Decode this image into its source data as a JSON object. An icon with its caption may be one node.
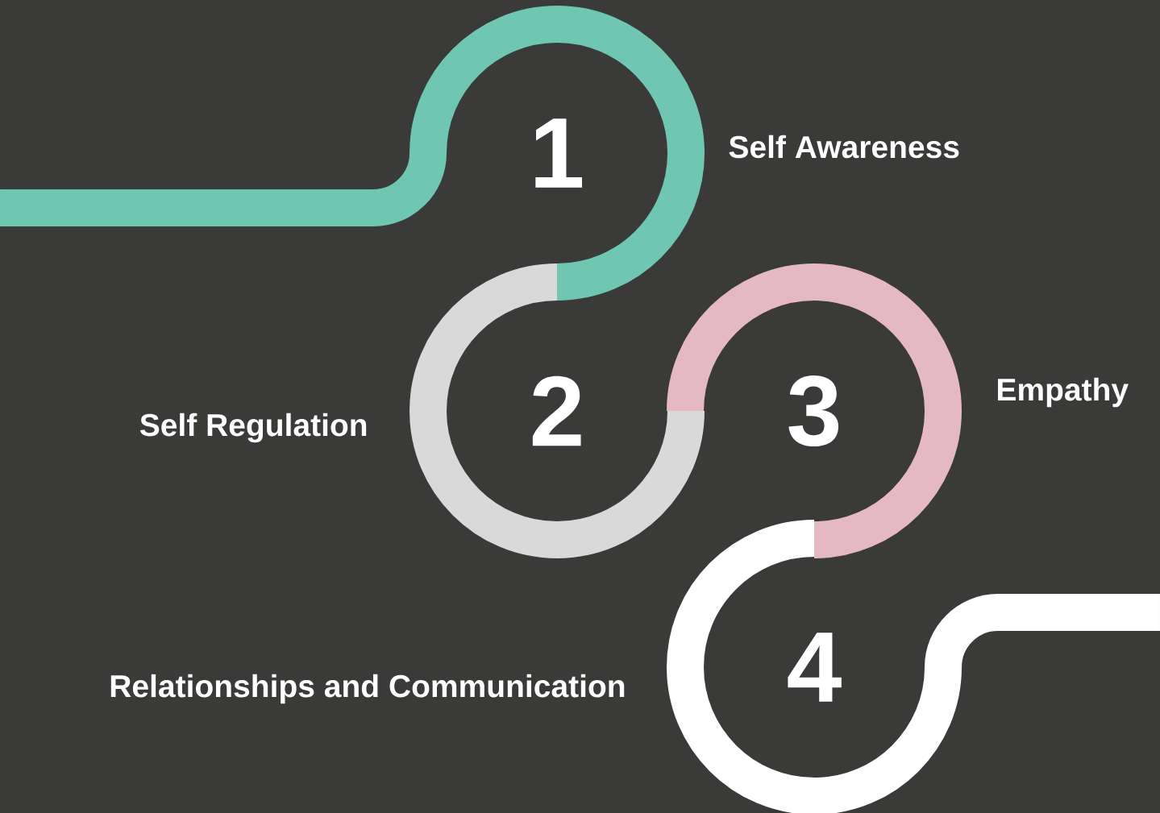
{
  "diagram": {
    "nodes": [
      {
        "text": [
          "1"
        ]
      },
      {
        "text": [
          "2"
        ]
      },
      {
        "text": [
          "3"
        ]
      },
      {
        "text": [
          "4"
        ]
      }
    ],
    "labels": [
      "Self Awareness",
      "Empathy",
      "Self Regulation",
      "Relationships and Communication"
    ]
  }
}
